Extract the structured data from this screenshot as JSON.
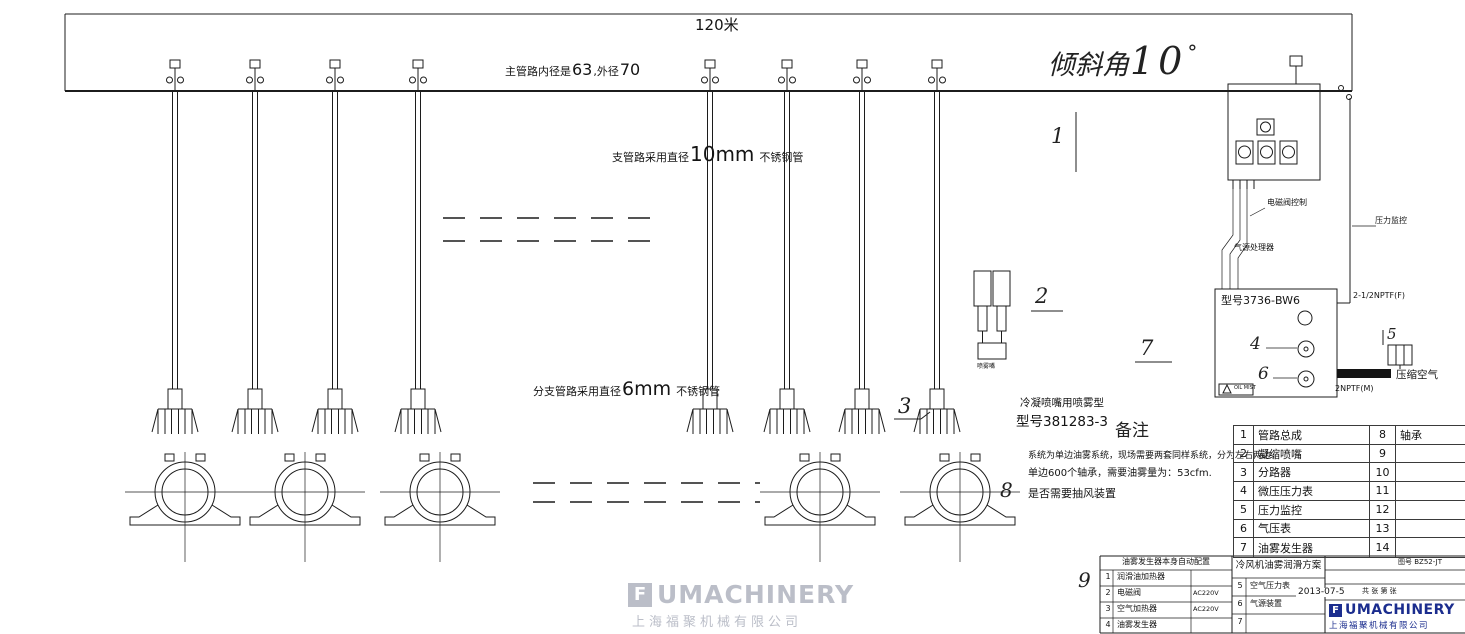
{
  "annotations": {
    "top_length": "120米",
    "main_pipe_note": {
      "p1": "主管路内径是",
      "v1": "63",
      "p2": ",外径",
      "v2": "70"
    },
    "branch_note": {
      "p1": "支管路采用直径",
      "v": "10mm",
      "p2": "不锈钢管"
    },
    "subbranch_note": {
      "p1": "分支管路采用直径",
      "v": "6mm",
      "p2": "不锈钢管"
    },
    "incline": {
      "label": "倾斜角",
      "value": "10",
      "unit": "°"
    },
    "nozzle_spec": {
      "line1": "冷凝喷嘴用喷雾型",
      "line2": "型号381283-3"
    },
    "nozzle_detail_caption": "喷雾嘴",
    "remarks_title": "备注",
    "remarks": {
      "line1": "系统为单边油雾系统，现场需要两套同样系统，分为左右两边，",
      "line2": "单边600个轴承，需要油雾量为：53cfm.",
      "line3": "是否需要抽风装置"
    },
    "generator_model": "型号3736-BW6",
    "solenoid_control": "电磁阀控制",
    "air_handler": "气源处理器",
    "pressure_monitor": "压力监控",
    "nptf_f": "2-1/2NPTF(F)",
    "nptf_m": "2NPTF(M)",
    "compressed_air": "压缩空气",
    "oil_mist": "OIL MIST"
  },
  "callouts": {
    "c1": "1",
    "c2": "2",
    "c3": "3",
    "c4": "4",
    "c5": "5",
    "c6": "6",
    "c7": "7",
    "c8": "8",
    "c9": "9"
  },
  "parts_table": {
    "rows": [
      {
        "n1": "1",
        "name1": "管路总成",
        "n2": "8",
        "name2": "轴承"
      },
      {
        "n1": "2",
        "name1": "凝缩喷嘴",
        "n2": "9",
        "name2": ""
      },
      {
        "n1": "3",
        "name1": "分路器",
        "n2": "10",
        "name2": ""
      },
      {
        "n1": "4",
        "name1": "微压压力表",
        "n2": "11",
        "name2": ""
      },
      {
        "n1": "5",
        "name1": "压力监控",
        "n2": "12",
        "name2": ""
      },
      {
        "n1": "6",
        "name1": "气压表",
        "n2": "13",
        "name2": ""
      },
      {
        "n1": "7",
        "name1": "油雾发生器",
        "n2": "14",
        "name2": ""
      }
    ]
  },
  "title_block": {
    "config_header": "油雾发生器本身自动配置",
    "left_rows": [
      {
        "n": "1",
        "name": "润滑油加热器",
        "spec": ""
      },
      {
        "n": "2",
        "name": "电磁阀",
        "spec": "AC220V"
      },
      {
        "n": "3",
        "name": "空气加热器",
        "spec": "AC220V"
      },
      {
        "n": "4",
        "name": "油雾发生器",
        "spec": ""
      }
    ],
    "title": "冷风机油雾润滑方案",
    "mid_rows": [
      {
        "n": "5",
        "name": "空气压力表"
      },
      {
        "n": "6",
        "name": "气源装置"
      },
      {
        "n": "7",
        "name": ""
      }
    ],
    "date": "2013-07-5",
    "doc_no": "图号 BZ52-JT",
    "sheet": "共 张 第 张"
  },
  "watermark": {
    "f": "F",
    "rest": "UMACHINERY",
    "company": "上海福聚机械有限公司"
  },
  "logo": {
    "f": "F",
    "rest": "UMACHINERY",
    "company": "上海福聚机械有限公司"
  }
}
